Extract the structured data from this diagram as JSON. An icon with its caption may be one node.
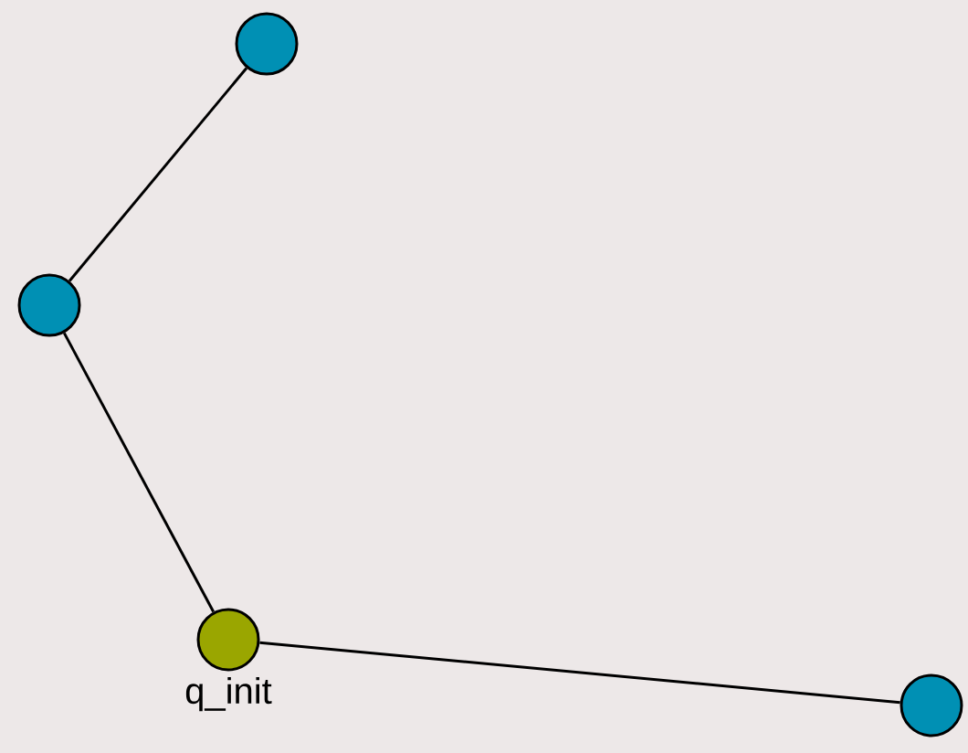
{
  "diagram": {
    "nodes": [
      {
        "text": [],
        "shape": "circle"
      },
      {
        "text": [],
        "shape": "circle"
      },
      {
        "text": [],
        "shape": "circle",
        "beside": [
          "q_init"
        ]
      },
      {
        "text": [],
        "shape": "circle"
      }
    ],
    "edges": [
      {
        "from": 0,
        "to": 1,
        "arrow": "none"
      },
      {
        "from": 1,
        "to": 2,
        "arrow": "none"
      },
      {
        "from": 2,
        "to": 3,
        "arrow": "none"
      }
    ]
  }
}
